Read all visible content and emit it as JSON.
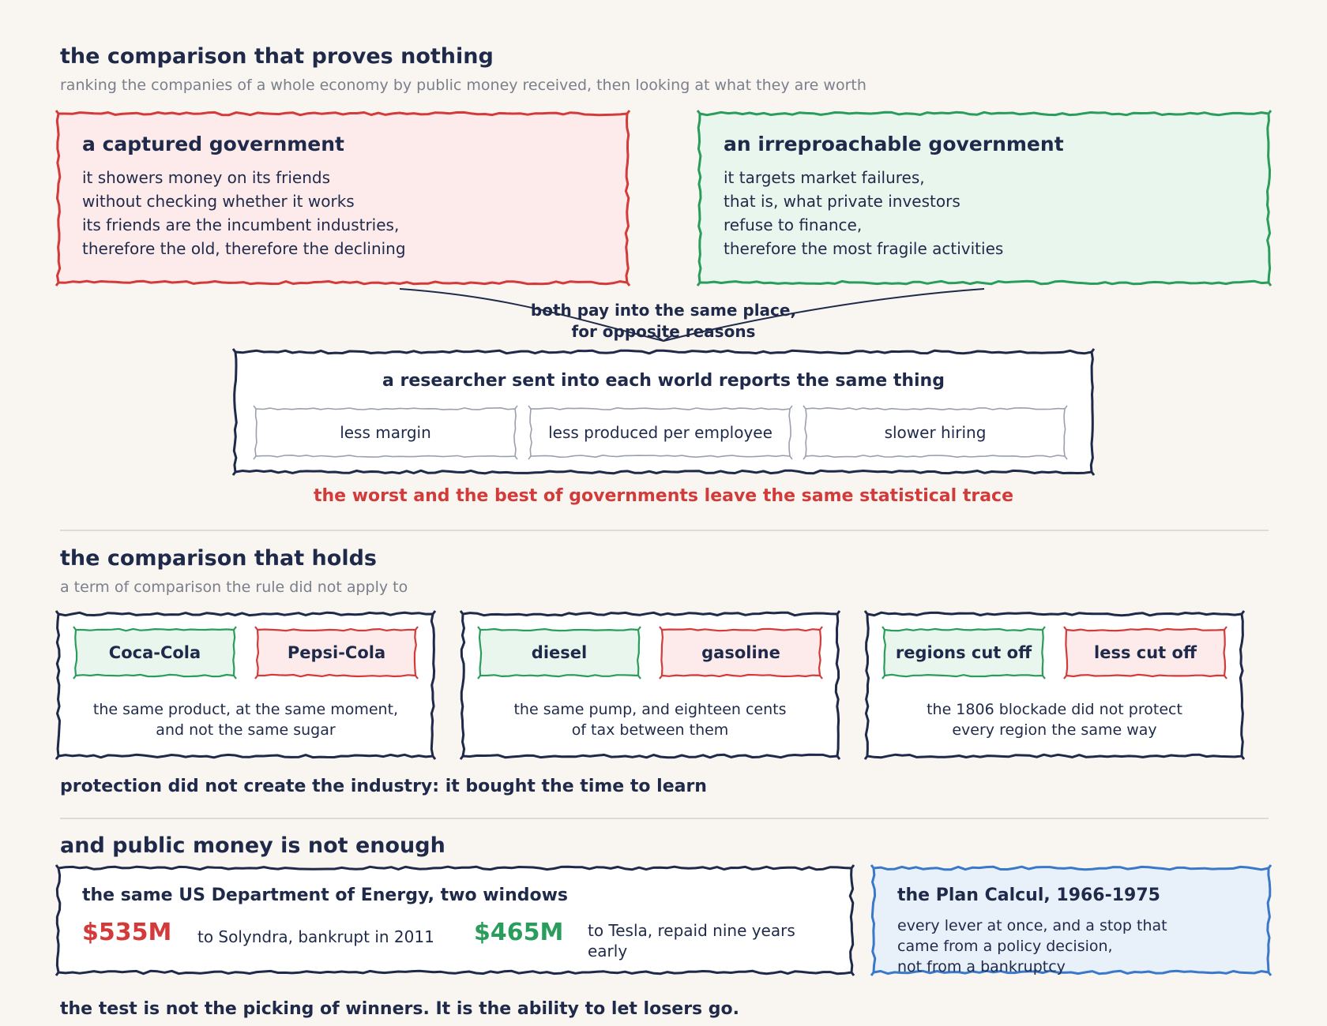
{
  "section1": {
    "title": "the comparison that proves nothing",
    "subtitle": "ranking the companies of a whole economy by public money received, then looking at what they are worth",
    "captured": {
      "title": "a captured government",
      "lines": [
        "it showers money on its friends",
        "without checking whether it works",
        "its friends are the incumbent industries,",
        "therefore the old, therefore the declining"
      ]
    },
    "irreproachable": {
      "title": "an irreproachable government",
      "lines": [
        "it targets market failures,",
        "that is, what private investors",
        "refuse to finance,",
        "therefore the most fragile activities"
      ]
    },
    "arrow_label": [
      "both pay into the same place,",
      "for opposite reasons"
    ],
    "researcher": {
      "title": "a researcher sent into each world reports the same thing",
      "findings": [
        "less margin",
        "less produced per employee",
        "slower hiring"
      ]
    },
    "conclusion": "the worst and the best of governments leave the same statistical trace"
  },
  "section2": {
    "title": "the comparison that holds",
    "subtitle": "a term of comparison the rule did not apply to",
    "pairs": [
      {
        "left": "Coca-Cola",
        "right": "Pepsi-Cola",
        "caption": [
          "the same product, at the same moment,",
          "and not the same sugar"
        ]
      },
      {
        "left": "diesel",
        "right": "gasoline",
        "caption": [
          "the same pump, and eighteen cents",
          "of tax between them"
        ]
      },
      {
        "left": "regions cut off",
        "right": "less cut off",
        "caption": [
          "the 1806 blockade did not protect",
          "every region the same way"
        ]
      }
    ],
    "conclusion": "protection did not create the industry: it bought the time to learn"
  },
  "section3": {
    "title": "and public money is not enough",
    "doe": {
      "title": "the same US Department of Energy, two windows",
      "items": [
        {
          "amount": "$535M",
          "desc": [
            "to Solyndra, bankrupt in 2011"
          ]
        },
        {
          "amount": "$465M",
          "desc": [
            "to Tesla, repaid nine years",
            "early"
          ]
        }
      ]
    },
    "plan": {
      "title": "the Plan Calcul, 1966-1975",
      "lines": [
        "every lever at once, and a stop that",
        "came from a policy decision,",
        "not from a bankruptcy"
      ]
    },
    "conclusion": "the test is not the picking of winners. It is the ability to let losers go."
  },
  "colors": {
    "ink": "#1f2a4a",
    "red": "#d33a3a",
    "green": "#2a9d5c",
    "blue": "#3a78c9",
    "gray": "#9aa0ad",
    "muted": "#7a7f8c",
    "pink_fill": "#fcebea",
    "green_fill": "#e9f6ee",
    "blue_fill": "#e8f0fa",
    "white_fill": "#ffffff",
    "background": "#f9f6f1"
  }
}
